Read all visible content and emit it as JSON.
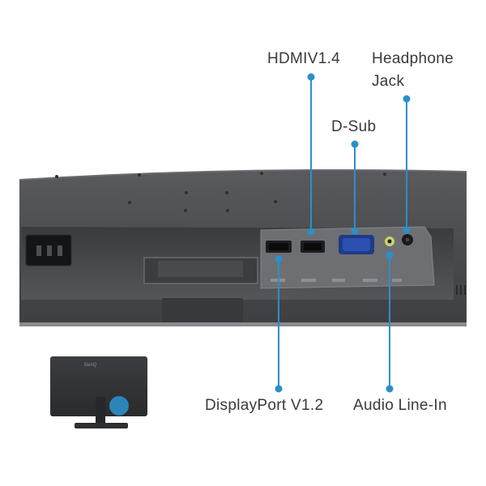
{
  "labels": {
    "hdmi": "HDMIV1.4",
    "headphone_line1": "Headphone",
    "headphone_line2": "Jack",
    "dsub": "D-Sub",
    "displayport": "DisplayPort V1.2",
    "audio_line_in": "Audio Line-In"
  },
  "thumbnail": {
    "brand": "BenQ"
  },
  "colors": {
    "callout": "#2b8fc9",
    "panel": "#4a4b4d",
    "text": "#3a3a3a"
  }
}
